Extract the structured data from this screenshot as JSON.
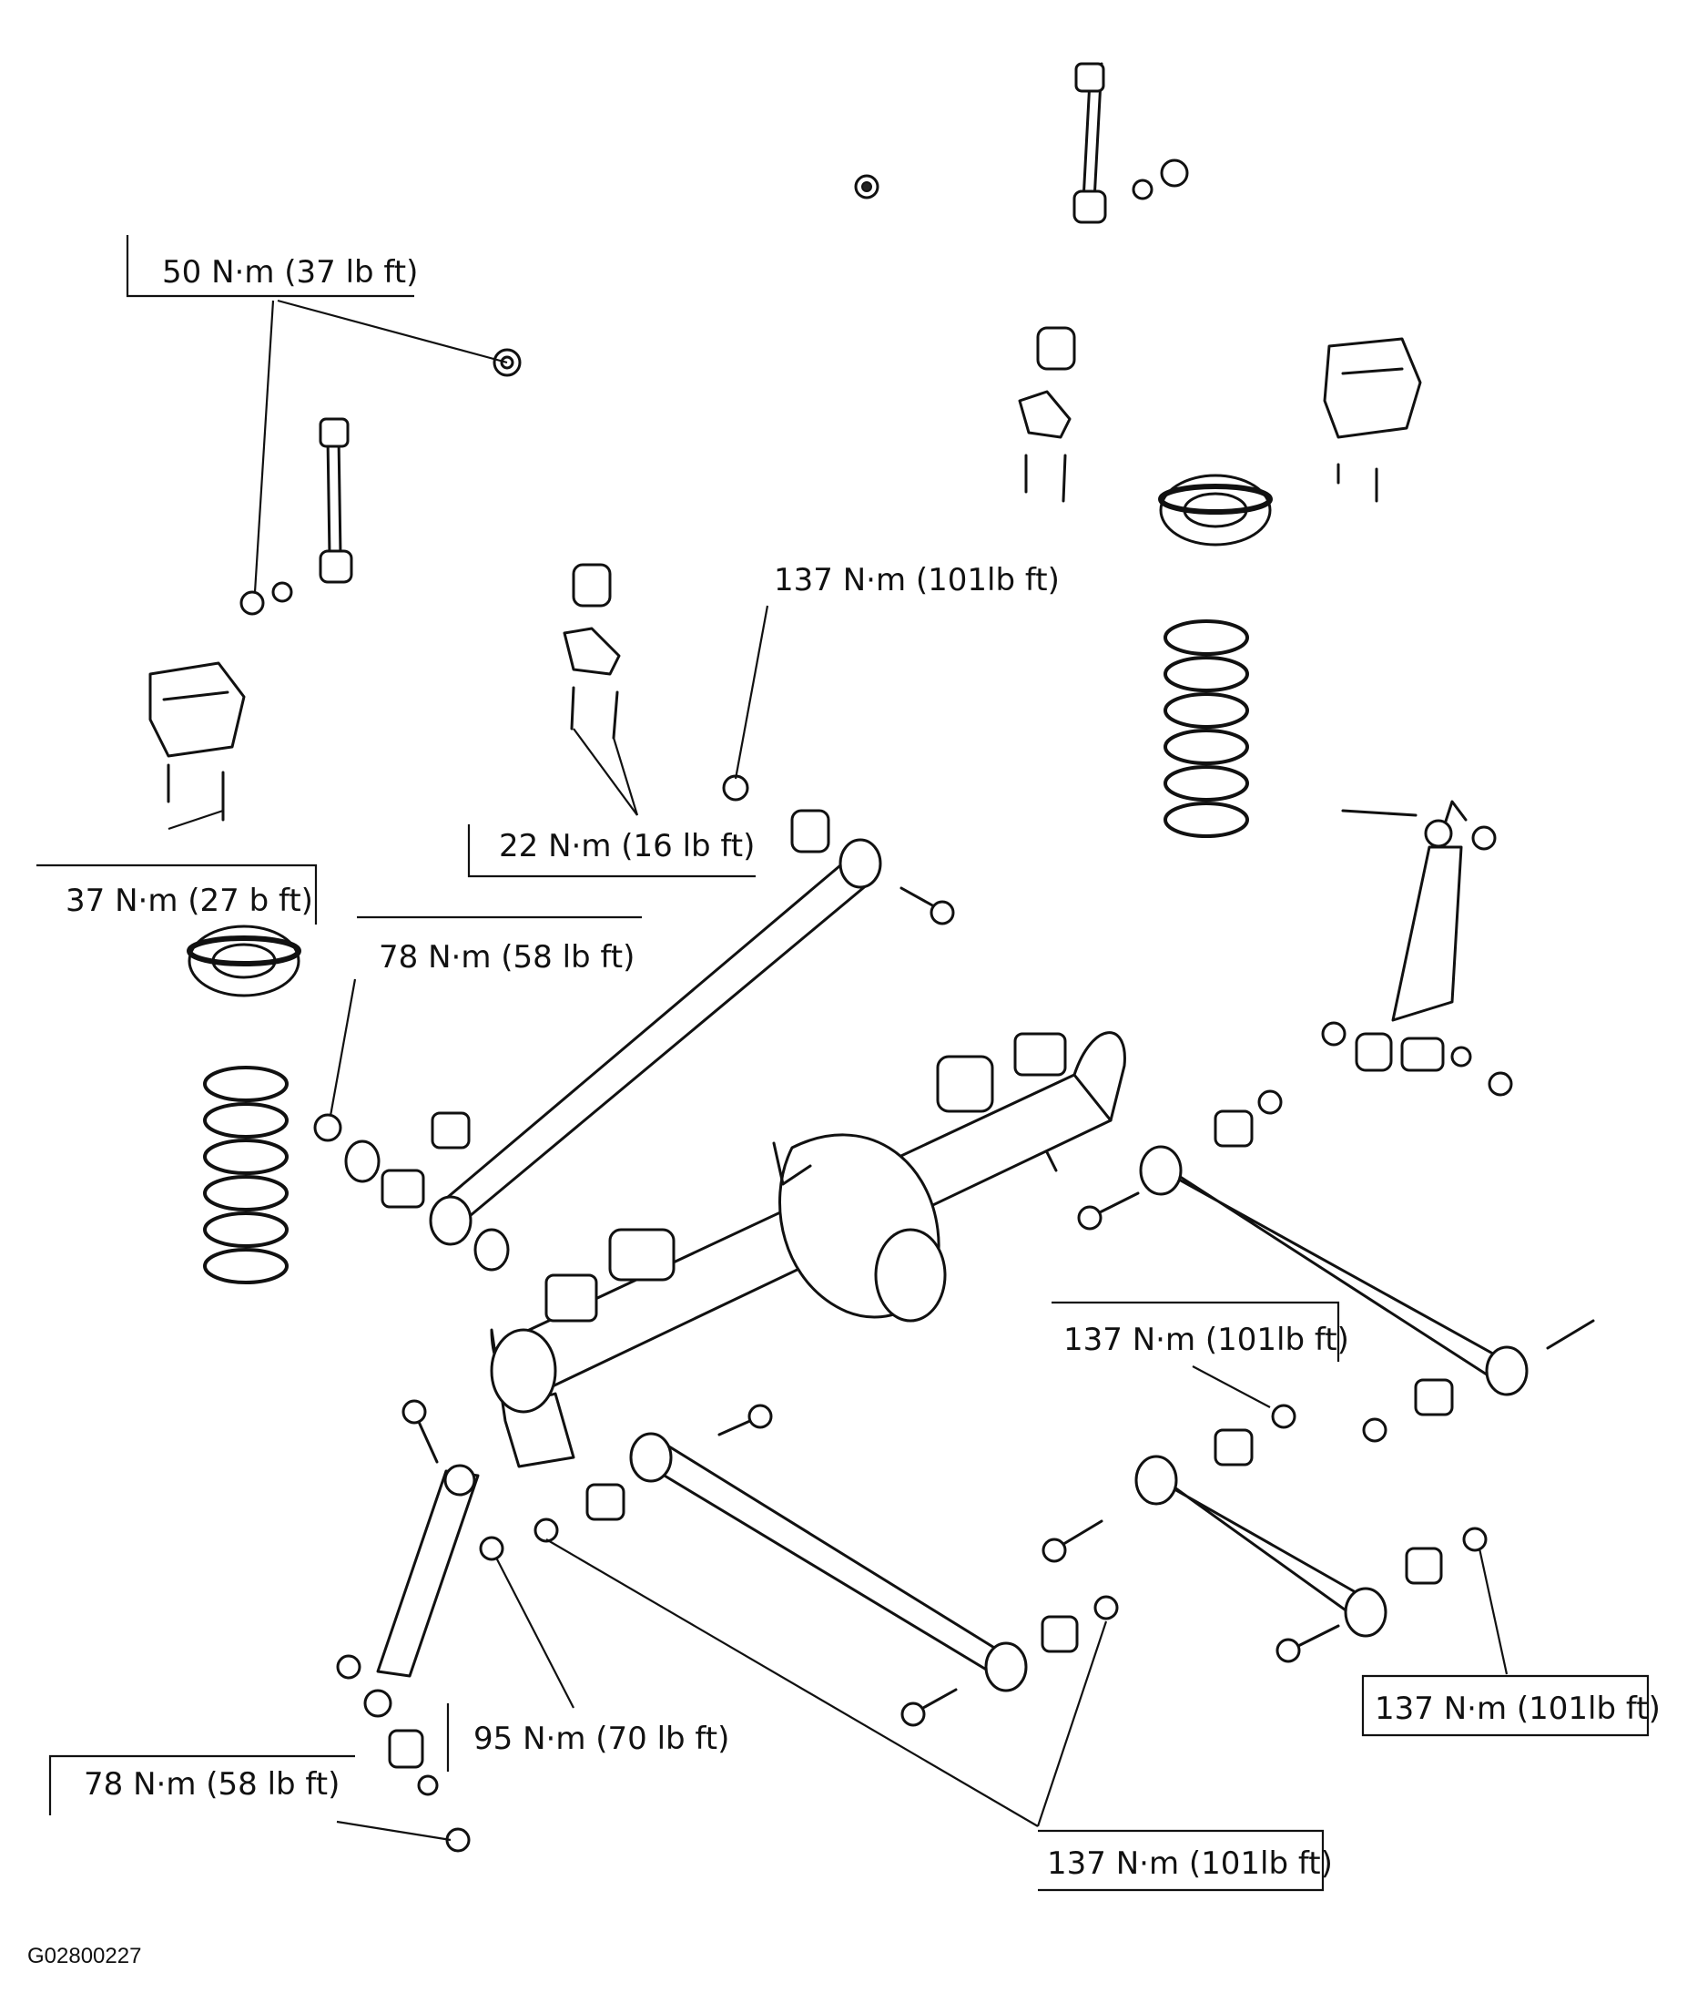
{
  "torque_labels": {
    "stabilizer_nut": "50 N·m (37 lb ft)",
    "upper_arm_bolt": "137 N·m (101lb ft)",
    "bushing_bracket": "22 N·m (16 lb ft)",
    "bump_stopper": "37 N·m (27  b ft)",
    "lateral_rod_nut": "78 N·m (58 lb ft)",
    "lower_arm_right_upper": "137 N·m (101lb ft)",
    "shock_lower_nut": "95 N·m (70 lb ft)",
    "lower_arm_right_lower": "137 N·m (101lb ft)",
    "shock_upper_nut": "78 N·m (58 lb ft)",
    "lower_arm_left": "137 N·m (101lb ft)"
  },
  "figure_code": "G02800227"
}
